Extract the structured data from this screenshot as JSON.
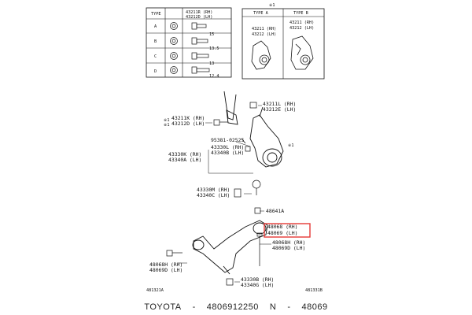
{
  "top_left_table": {
    "header_type": "TYPE",
    "header_rh": "43211R (RH)",
    "header_lh": "43212D (LH)",
    "rows": [
      {
        "type": "A",
        "note": "15"
      },
      {
        "type": "B",
        "note": "13.5"
      },
      {
        "type": "C",
        "note": "13"
      },
      {
        "type": "D",
        "note": "12.4"
      }
    ]
  },
  "top_right_box": {
    "marker": "※1",
    "type_a": "TYPE A",
    "type_b": "TYPE B",
    "a_rh": "43211 (RH)",
    "a_lh": "43212 (LH)",
    "b_rh": "43211 (RH)",
    "b_lh": "43212 (LH)"
  },
  "labels": {
    "l43211L": "43211L (RH)",
    "l43212E": "43212E (LH)",
    "l43211K": "43211K (RH)",
    "l43212D": "43212D (LH)",
    "l95381": "95381-02525",
    "l43330L": "43330L (RH)",
    "l43340B": "43340B (LH)",
    "l43330K": "43330K (RH)",
    "l43340A": "43340A (LH)",
    "l43330M": "43330M (RH)",
    "l43340C": "43340C (LH)",
    "l48641A": "48641A",
    "l48068": "48068 (RH)",
    "l48069": "48069 (LH)",
    "l48068H": "48068H (RH)",
    "l48069D": "48069D (LH)",
    "l48068H2": "48068H (RH)",
    "l48069D2": "48069D (LH)",
    "l43330B": "43330B (RH)",
    "l43340G": "43340G (LH)",
    "marker1": "※1",
    "code_left": "481321A",
    "code_right": "481331B"
  },
  "caption": {
    "brand": "TOYOTA",
    "sep1": "-",
    "part": "4806912250",
    "short_prefix": "N",
    "sep2": "-",
    "short": "48069"
  },
  "colors": {
    "highlight": "#e53935",
    "line": "#111111"
  }
}
